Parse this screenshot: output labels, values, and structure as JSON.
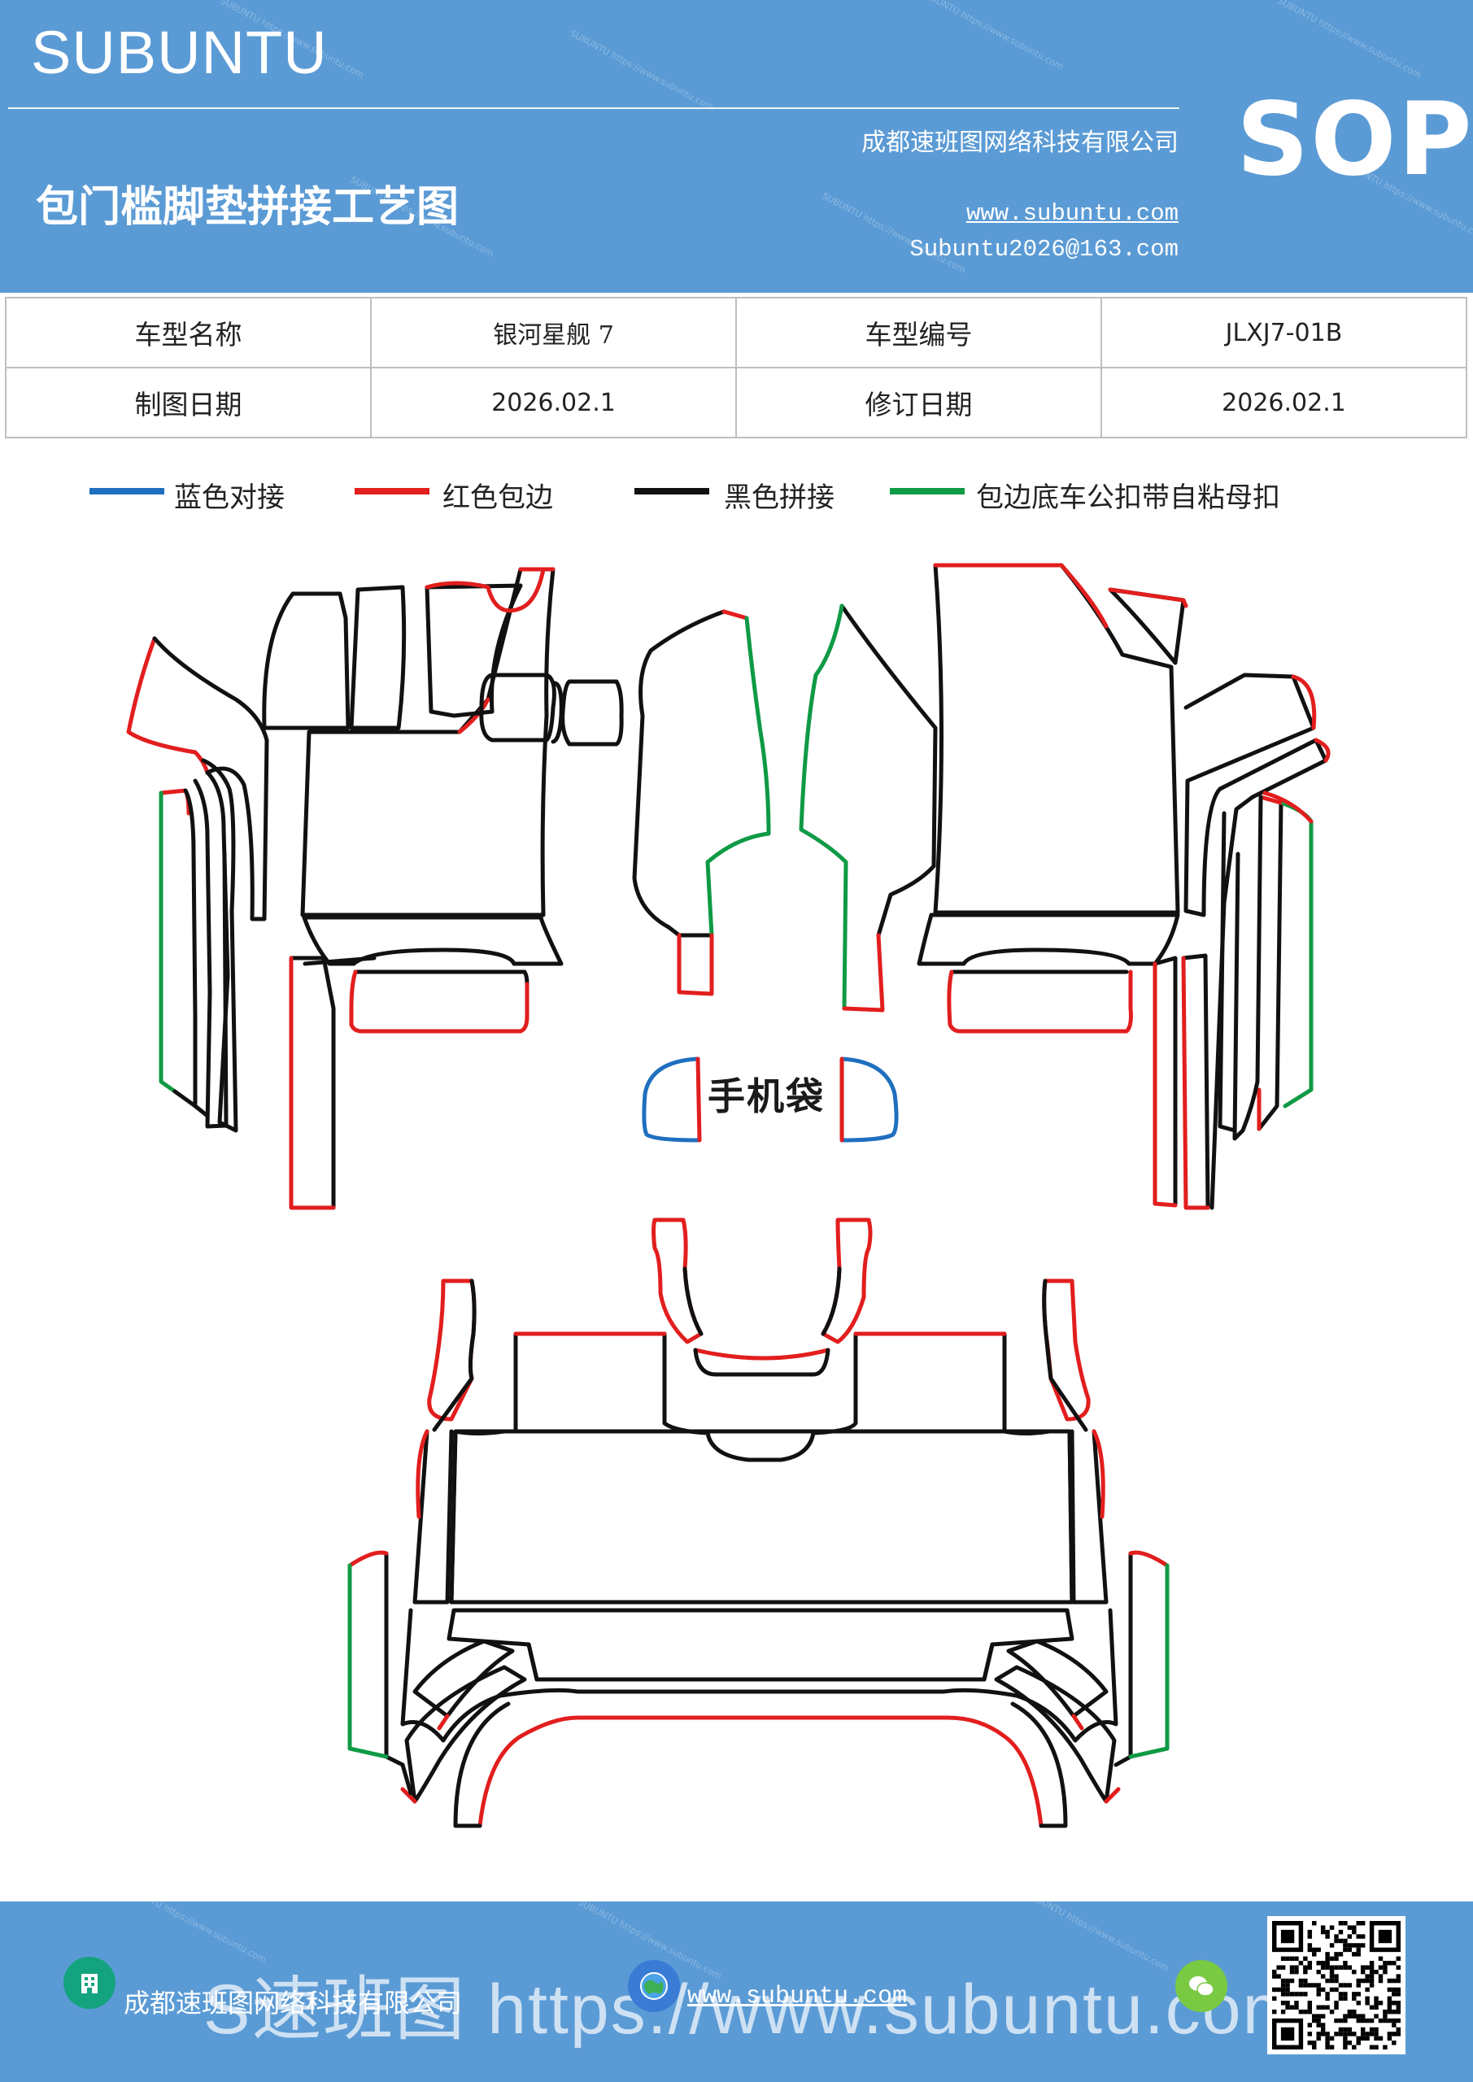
{
  "header": {
    "brand": "SUBUNTU",
    "title": "包门槛脚垫拼接工艺图",
    "company": "成都速班图网络科技有限公司",
    "website": "www.subuntu.com",
    "email": "Subuntu2026@163.com",
    "sop": "SOP",
    "background_color": "#5b9bd5"
  },
  "info_table": {
    "rows": [
      [
        "车型名称",
        "银河星舰 7",
        "车型编号",
        "JLXJ7-01B"
      ],
      [
        "制图日期",
        "2026.02.1",
        "修订日期",
        "2026.02.1"
      ]
    ]
  },
  "legend": {
    "items": [
      {
        "label": "蓝色对接",
        "color": "#1f6fbf"
      },
      {
        "label": "红色包边",
        "color": "#e21e1e"
      },
      {
        "label": "黑色拼接",
        "color": "#111111"
      },
      {
        "label": "包边底车公扣带自粘母扣",
        "color": "#0f9a45"
      }
    ]
  },
  "diagram": {
    "phone_pocket_label": "手机袋",
    "colors": {
      "blue": "#1f6fbf",
      "red": "#e21e1e",
      "black": "#111111",
      "green": "#0f9a45"
    }
  },
  "footer": {
    "company": "成都速班图网络科技有限公司",
    "website": "www.subuntu.com",
    "overlay_text": "S速班图 https://www.subuntu.com",
    "icons": [
      "building-icon",
      "globe-icon",
      "wechat-icon",
      "qr-code"
    ],
    "background_color": "#5b9bd5"
  }
}
